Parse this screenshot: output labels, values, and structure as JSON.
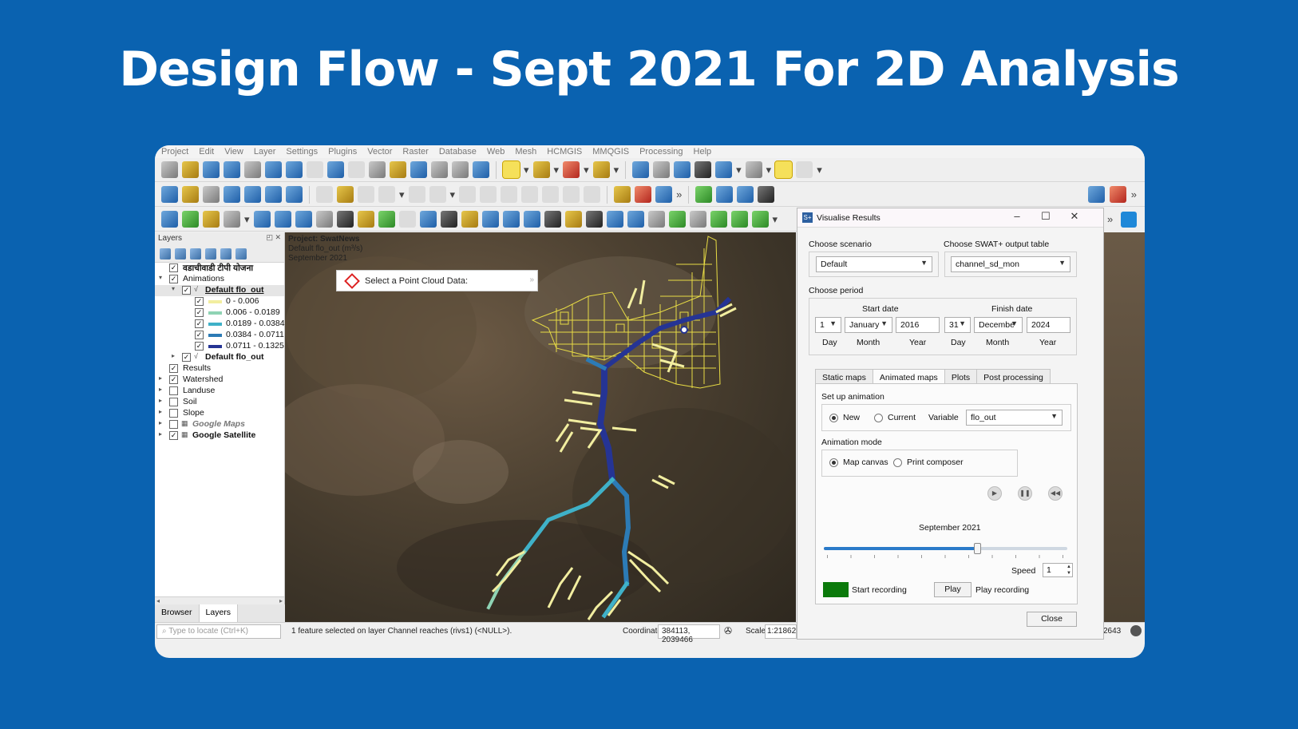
{
  "headline": "Design Flow - Sept 2021 For 2D Analysis",
  "menu": [
    "Project",
    "Edit",
    "View",
    "Layer",
    "Settings",
    "Plugins",
    "Vector",
    "Raster",
    "Database",
    "Web",
    "Mesh",
    "HCMGIS",
    "MMQGIS",
    "Processing",
    "Help"
  ],
  "layers_panel": {
    "title": "Layers",
    "items": [
      {
        "label": "वडाचीवाडी टीपी योजना",
        "checked": true,
        "depth": 0,
        "style": "bold",
        "arrow": ""
      },
      {
        "label": "Animations",
        "checked": true,
        "depth": 0,
        "style": "",
        "arrow": "▾"
      },
      {
        "label": "Default flo_out",
        "checked": true,
        "depth": 1,
        "style": "bold-ul",
        "arrow": "▾"
      },
      {
        "label": "0 - 0.006",
        "checked": true,
        "depth": 2,
        "swatch": "#f2eea0"
      },
      {
        "label": "0.006 - 0.0189",
        "checked": true,
        "depth": 2,
        "swatch": "#8fd3b4"
      },
      {
        "label": "0.0189 - 0.0384",
        "checked": true,
        "depth": 2,
        "swatch": "#3fb1c8"
      },
      {
        "label": "0.0384 - 0.0711",
        "checked": true,
        "depth": 2,
        "swatch": "#2c7bb6"
      },
      {
        "label": "0.0711 - 0.1325",
        "checked": true,
        "depth": 2,
        "swatch": "#253494"
      },
      {
        "label": "Default flo_out",
        "checked": true,
        "depth": 1,
        "style": "bold",
        "arrow": "▸"
      },
      {
        "label": "Results",
        "checked": true,
        "depth": 0,
        "style": "",
        "arrow": ""
      },
      {
        "label": "Watershed",
        "checked": true,
        "depth": 0,
        "style": "",
        "arrow": "▸"
      },
      {
        "label": "Landuse",
        "checked": false,
        "depth": 0,
        "style": "",
        "arrow": "▸"
      },
      {
        "label": "Soil",
        "checked": false,
        "depth": 0,
        "style": "",
        "arrow": "▸"
      },
      {
        "label": "Slope",
        "checked": false,
        "depth": 0,
        "style": "",
        "arrow": "▸"
      },
      {
        "label": "Google Maps",
        "checked": false,
        "depth": 0,
        "style": "ital",
        "arrow": "▸"
      },
      {
        "label": "Google Satellite",
        "checked": true,
        "depth": 0,
        "style": "bold",
        "arrow": "▸"
      }
    ]
  },
  "bottom_tabs": {
    "browser": "Browser",
    "layers": "Layers"
  },
  "status": {
    "locate_placeholder": "Type to locate (Ctrl+K)",
    "message": "1 feature selected on layer Channel reaches (rivs1) (<NULL>).",
    "coordinate_label": "Coordinate",
    "coordinate_value": "384113, 2039466",
    "scale_label": "Scale",
    "scale_value": "1:21862",
    "render_value": "2643"
  },
  "map": {
    "title_line1": "Project: SwatNews",
    "title_line2": "Default flo_out (m³/s)",
    "title_line3": "September 2021",
    "popup": "Select a Point Cloud Data:"
  },
  "dialog": {
    "title": "Visualise Results",
    "choose_scenario": "Choose scenario",
    "scenario_value": "Default",
    "choose_table": "Choose SWAT+ output table",
    "table_value": "channel_sd_mon",
    "choose_period": "Choose period",
    "start_date": "Start date",
    "finish_date": "Finish date",
    "start_day": "1",
    "start_month": "January",
    "start_year": "2016",
    "finish_day": "31",
    "finish_month": "December",
    "finish_year": "2024",
    "day": "Day",
    "month": "Month",
    "year": "Year",
    "tabs": [
      "Static maps",
      "Animated maps",
      "Plots",
      "Post processing"
    ],
    "setup_animation": "Set up animation",
    "new": "New",
    "current": "Current",
    "variable": "Variable",
    "variable_value": "flo_out",
    "animation_mode": "Animation mode",
    "map_canvas": "Map canvas",
    "print_composer": "Print composer",
    "current_period": "September 2021",
    "slider_position": 0.63,
    "speed_label": "Speed",
    "speed_value": "1",
    "start_recording": "Start recording",
    "play": "Play",
    "play_recording": "Play recording",
    "close": "Close"
  },
  "colors": {
    "background": "#0a62b0",
    "record_button": "#0b7a0b",
    "stream_low": "#f2eea0",
    "stream_high": "#253494"
  }
}
